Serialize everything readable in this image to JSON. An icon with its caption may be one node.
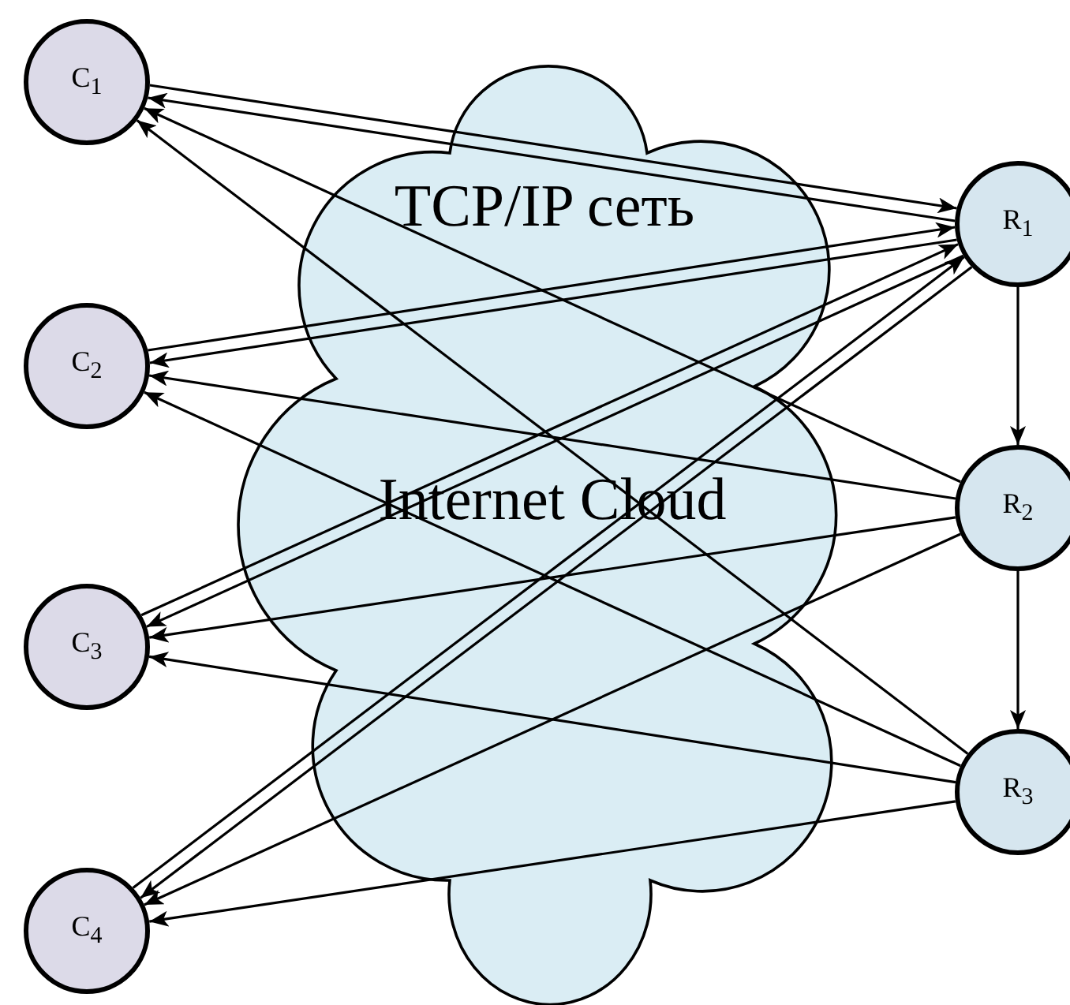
{
  "diagram": {
    "nodes": [
      {
        "text": [
          "C$_{1}$"
        ]
      },
      {
        "text": [
          "C$_{2}$"
        ]
      },
      {
        "text": [
          "C$_{3}$"
        ]
      },
      {
        "text": [
          "C$_{4}$"
        ]
      },
      {
        "text": [
          "R$_{1}$"
        ]
      },
      {
        "text": [
          "R$_{2}$"
        ]
      },
      {
        "text": [
          "R$_{3}$"
        ]
      }
    ],
    "edges": [
      {
        "from": 0,
        "to": 4,
        "arrow": "to"
      },
      {
        "from": 4,
        "to": 0,
        "arrow": "to"
      },
      {
        "from": 1,
        "to": 4,
        "arrow": "to"
      },
      {
        "from": 4,
        "to": 1,
        "arrow": "to"
      },
      {
        "from": 2,
        "to": 4,
        "arrow": "to"
      },
      {
        "from": 4,
        "to": 2,
        "arrow": "to"
      },
      {
        "from": 3,
        "to": 4,
        "arrow": "to"
      },
      {
        "from": 4,
        "to": 3,
        "arrow": "to"
      },
      {
        "from": 4,
        "to": 5,
        "arrow": "to"
      },
      {
        "from": 5,
        "to": 6,
        "arrow": "to"
      },
      {
        "from": 5,
        "to": 0,
        "arrow": "to"
      },
      {
        "from": 5,
        "to": 1,
        "arrow": "to"
      },
      {
        "from": 5,
        "to": 2,
        "arrow": "to"
      },
      {
        "from": 5,
        "to": 3,
        "arrow": "to"
      },
      {
        "from": 6,
        "to": 0,
        "arrow": "to"
      },
      {
        "from": 6,
        "to": 1,
        "arrow": "to"
      },
      {
        "from": 6,
        "to": 2,
        "arrow": "to"
      },
      {
        "from": 6,
        "to": 3,
        "arrow": "to"
      }
    ],
    "labels": [
      "TCP/IP сеть",
      "Internet Cloud"
    ]
  }
}
